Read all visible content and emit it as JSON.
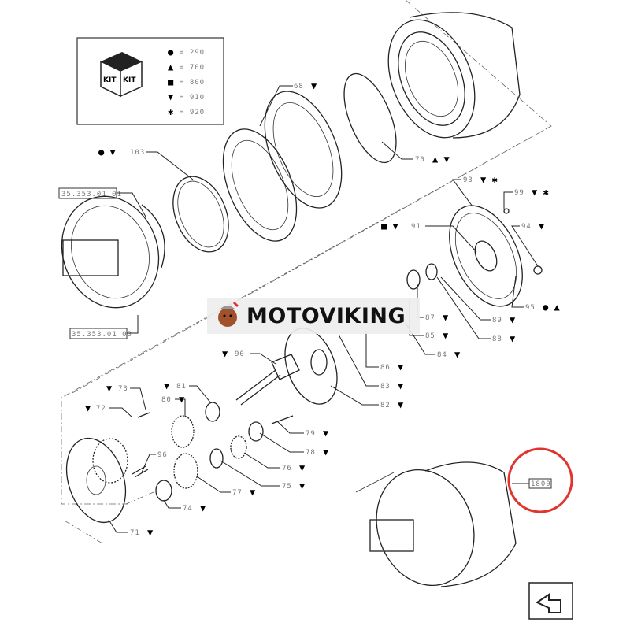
{
  "legend": {
    "kit_label": "KIT",
    "items": [
      {
        "symbol": "●",
        "value": "= 290"
      },
      {
        "symbol": "▲",
        "value": "= 700"
      },
      {
        "symbol": "■",
        "value": "= 800"
      },
      {
        "symbol": "▼",
        "value": "= 910"
      },
      {
        "symbol": "✱",
        "value": "= 920"
      }
    ]
  },
  "callouts": [
    {
      "num": "68",
      "symbols": "▼"
    },
    {
      "num": "70",
      "symbols": "▲ ▼"
    },
    {
      "num": "103",
      "symbols": "● ▼"
    },
    {
      "num": "93",
      "symbols": "▼ ✱"
    },
    {
      "num": "99",
      "symbols": "▼ ✱"
    },
    {
      "num": "91",
      "symbols": "■ ▼"
    },
    {
      "num": "94",
      "symbols": "▼"
    },
    {
      "num": "95",
      "symbols": "● ▲"
    },
    {
      "num": "87",
      "symbols": "▼"
    },
    {
      "num": "89",
      "symbols": "▼"
    },
    {
      "num": "85",
      "symbols": "▼"
    },
    {
      "num": "88",
      "symbols": "▼"
    },
    {
      "num": "84",
      "symbols": "▼"
    },
    {
      "num": "86",
      "symbols": "▼"
    },
    {
      "num": "83",
      "symbols": "▼"
    },
    {
      "num": "82",
      "symbols": "▼"
    },
    {
      "num": "90",
      "symbols": "▼"
    },
    {
      "num": "73",
      "symbols": "▼"
    },
    {
      "num": "72",
      "symbols": "▼"
    },
    {
      "num": "81",
      "symbols": "▼"
    },
    {
      "num": "80",
      "symbols": "▼"
    },
    {
      "num": "96",
      "symbols": ""
    },
    {
      "num": "79",
      "symbols": "▼"
    },
    {
      "num": "78",
      "symbols": "▼"
    },
    {
      "num": "76",
      "symbols": "▼"
    },
    {
      "num": "75",
      "symbols": "▼"
    },
    {
      "num": "77",
      "symbols": "▼"
    },
    {
      "num": "74",
      "symbols": "▼"
    },
    {
      "num": "71",
      "symbols": "▼"
    }
  ],
  "reference_boxes": [
    "35.353.01 01",
    "35.353.01 03",
    "1800"
  ],
  "watermark": "MOTOVIKING",
  "colors": {
    "highlight": "#e0342f",
    "ink": "#222222"
  }
}
